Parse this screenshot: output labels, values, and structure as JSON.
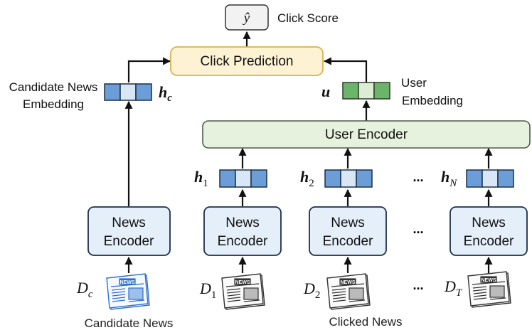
{
  "output": {
    "symbol": "ŷ",
    "label": "Click Score"
  },
  "click_prediction": {
    "label": "Click Prediction"
  },
  "candidate": {
    "embedding_label_line1": "Candidate News",
    "embedding_label_line2": "Embedding",
    "embedding_symbol": "h",
    "embedding_subscript": "c",
    "encoder_line1": "News",
    "encoder_line2": "Encoder",
    "doc_symbol": "D",
    "doc_subscript": "c",
    "caption": "Candidate News"
  },
  "user": {
    "embedding_symbol": "u",
    "embedding_label_line1": "User",
    "embedding_label_line2": "Embedding",
    "encoder_label": "User Encoder"
  },
  "clicked": {
    "caption": "Clicked News",
    "ellipsis": "...",
    "items": [
      {
        "h_symbol": "h",
        "h_sub": "1",
        "doc_symbol": "D",
        "doc_sub": "1",
        "encoder_line1": "News",
        "encoder_line2": "Encoder"
      },
      {
        "h_symbol": "h",
        "h_sub": "2",
        "doc_symbol": "D",
        "doc_sub": "2",
        "encoder_line1": "News",
        "encoder_line2": "Encoder"
      },
      {
        "h_symbol": "h",
        "h_sub": "N",
        "doc_symbol": "D",
        "doc_sub": "T",
        "encoder_line1": "News",
        "encoder_line2": "Encoder"
      }
    ]
  },
  "newspaper": {
    "masthead": "NEWS"
  },
  "colors": {
    "encoder_fill": "#e4effa",
    "encoder_stroke": "#1c2f4a",
    "prediction_fill": "#fdf3d4",
    "prediction_stroke": "#d9b24a",
    "user_encoder_fill": "#e6f2dd",
    "user_encoder_stroke": "#4f5a4a",
    "emb_blue_dark": "#6b9ed6",
    "emb_blue_light": "#d9e6f5",
    "emb_green_dark": "#6ab56a",
    "emb_green_light": "#dbeed3",
    "candidate_paper": "#2e6fd0",
    "clicked_paper": "#444444"
  }
}
